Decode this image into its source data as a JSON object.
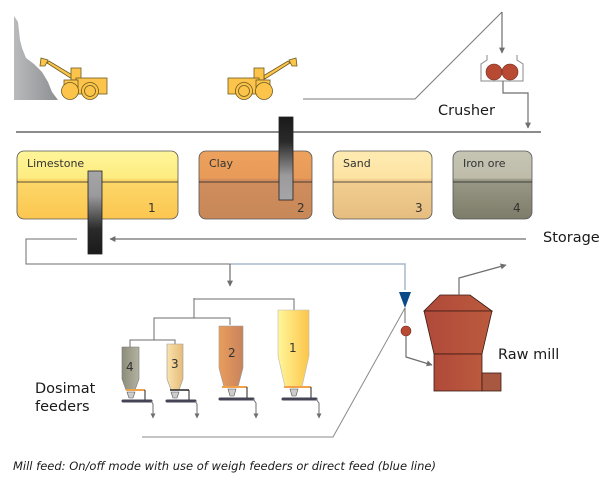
{
  "labels": {
    "crusher": "Crusher",
    "storage": "Storage",
    "raw_mill": "Raw mill",
    "dosimat_line1": "Dosimat",
    "dosimat_line2": "feeders"
  },
  "storage_bins": [
    {
      "name": "Limestone",
      "number": "1",
      "top_color": "#fdf08a",
      "bottom_color": "#fcc95a"
    },
    {
      "name": "Clay",
      "number": "2",
      "top_color": "#e99a58",
      "bottom_color": "#c98758"
    },
    {
      "name": "Sand",
      "number": "3",
      "top_color": "#fde3a4",
      "bottom_color": "#e9c183"
    },
    {
      "name": "Iron ore",
      "number": "4",
      "top_color": "#c2c0b0",
      "bottom_color": "#7f7e6c"
    }
  ],
  "feeders": [
    {
      "number": "4",
      "color_a": "#8c8b78",
      "color_b": "#b3b2a2"
    },
    {
      "number": "3",
      "color_a": "#f6d8a0",
      "color_b": "#e8bd7d"
    },
    {
      "number": "2",
      "color_a": "#e79a5c",
      "color_b": "#c8825a"
    },
    {
      "number": "1",
      "color_a": "#fff08c",
      "color_b": "#fcc84c"
    }
  ],
  "colors": {
    "flow_line": "#6e6e6e",
    "direct_feed_line": "#a9b8cc",
    "direct_feed_arrow": "#0b4a86",
    "mill": "#b44f3c",
    "crusher_roll": "#b84a33",
    "loader": "#fcc44a"
  },
  "caption": "Mill feed: On/off mode with use of weigh feeders or direct feed (blue line)"
}
